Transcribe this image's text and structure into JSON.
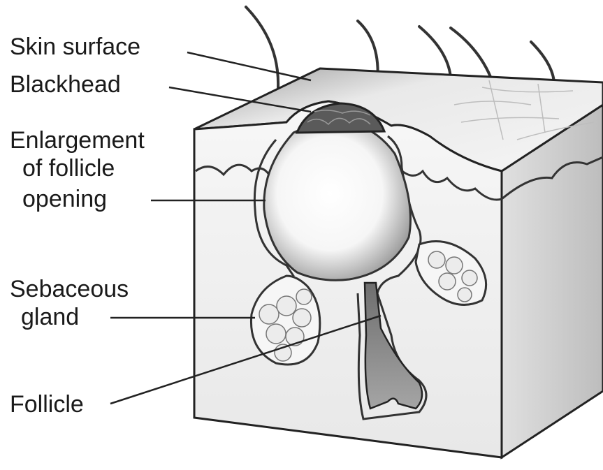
{
  "labels": {
    "skin_surface": "Skin surface",
    "blackhead": "Blackhead",
    "enlargement_line1": "Enlargement",
    "enlargement_line2": "of follicle",
    "enlargement_line3": "opening",
    "sebaceous_line1": "Sebaceous",
    "sebaceous_line2": "gland",
    "follicle": "Follicle"
  },
  "colors": {
    "line": "#222222",
    "text": "#1a1a1a",
    "skin_front": "#f2f2f2",
    "skin_side": "#d9d9d9",
    "skin_top": "#e6e6e6",
    "blackhead": "#555555",
    "follicle_core": "#8c8c8c"
  }
}
